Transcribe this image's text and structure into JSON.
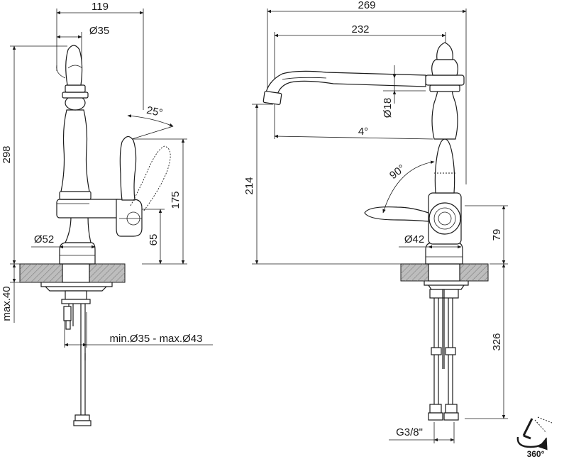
{
  "side_view": {
    "width_top": "119",
    "dia_handle_top": "Ø35",
    "height_total": "298",
    "angle_handle": "25°",
    "height_lever": "175",
    "height_base": "65",
    "dia_base": "Ø52",
    "max_counter": "max.40",
    "hole_range": "min.Ø35 - max.Ø43"
  },
  "front_view": {
    "width_total": "269",
    "reach": "232",
    "dia_spout": "Ø18",
    "angle_spout": "4°",
    "height_spout": "214",
    "angle_rotate": "90°",
    "dia_body": "Ø42",
    "height_lever_axis": "79",
    "hose_length": "326",
    "thread": "G3/8\""
  },
  "rotation_icon": {
    "label": "360°"
  }
}
